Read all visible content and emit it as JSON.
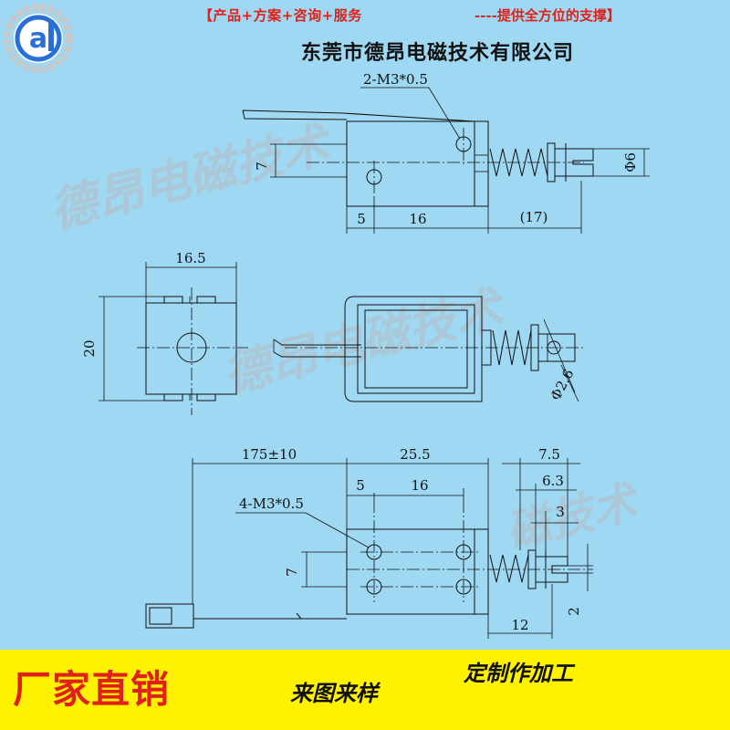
{
  "header": {
    "banner_left": "【产品+方案+咨询+服务",
    "banner_right": "----提供全方位的支撑】",
    "company": "东莞市德昂电磁技术有限公司"
  },
  "logo": {
    "letter": "a"
  },
  "watermark": {
    "text_1": "德昂电磁技术",
    "text_2": "德昂电磁技术",
    "text_3": "磁技术"
  },
  "top_view": {
    "hole_label": "2-M3*0.5",
    "dim_height": "7",
    "dim_phi": "Φ6",
    "dim_5": "5",
    "dim_16": "16",
    "dim_17": "(17)"
  },
  "end_view": {
    "dim_width": "16.5",
    "dim_height": "20"
  },
  "side_view": {
    "dim_phi_pin": "Φ2.6"
  },
  "bottom_view": {
    "dim_lead": "175±10",
    "dim_25_5": "25.5",
    "dim_7_5": "7.5",
    "dim_6_3": "6.3",
    "dim_3": "3",
    "dim_5": "5",
    "dim_16": "16",
    "hole_label": "4-M3*0.5",
    "dim_height": "7",
    "dim_2": "2",
    "dim_12": "12"
  },
  "footer": {
    "factory_direct": "厂家直销",
    "sample": "来图来样",
    "custom": "定制作加工"
  },
  "colors": {
    "background": "#9ED8F2",
    "banner_red": "#E0201A",
    "footer_yellow": "#FFF200",
    "line": "#111111"
  }
}
